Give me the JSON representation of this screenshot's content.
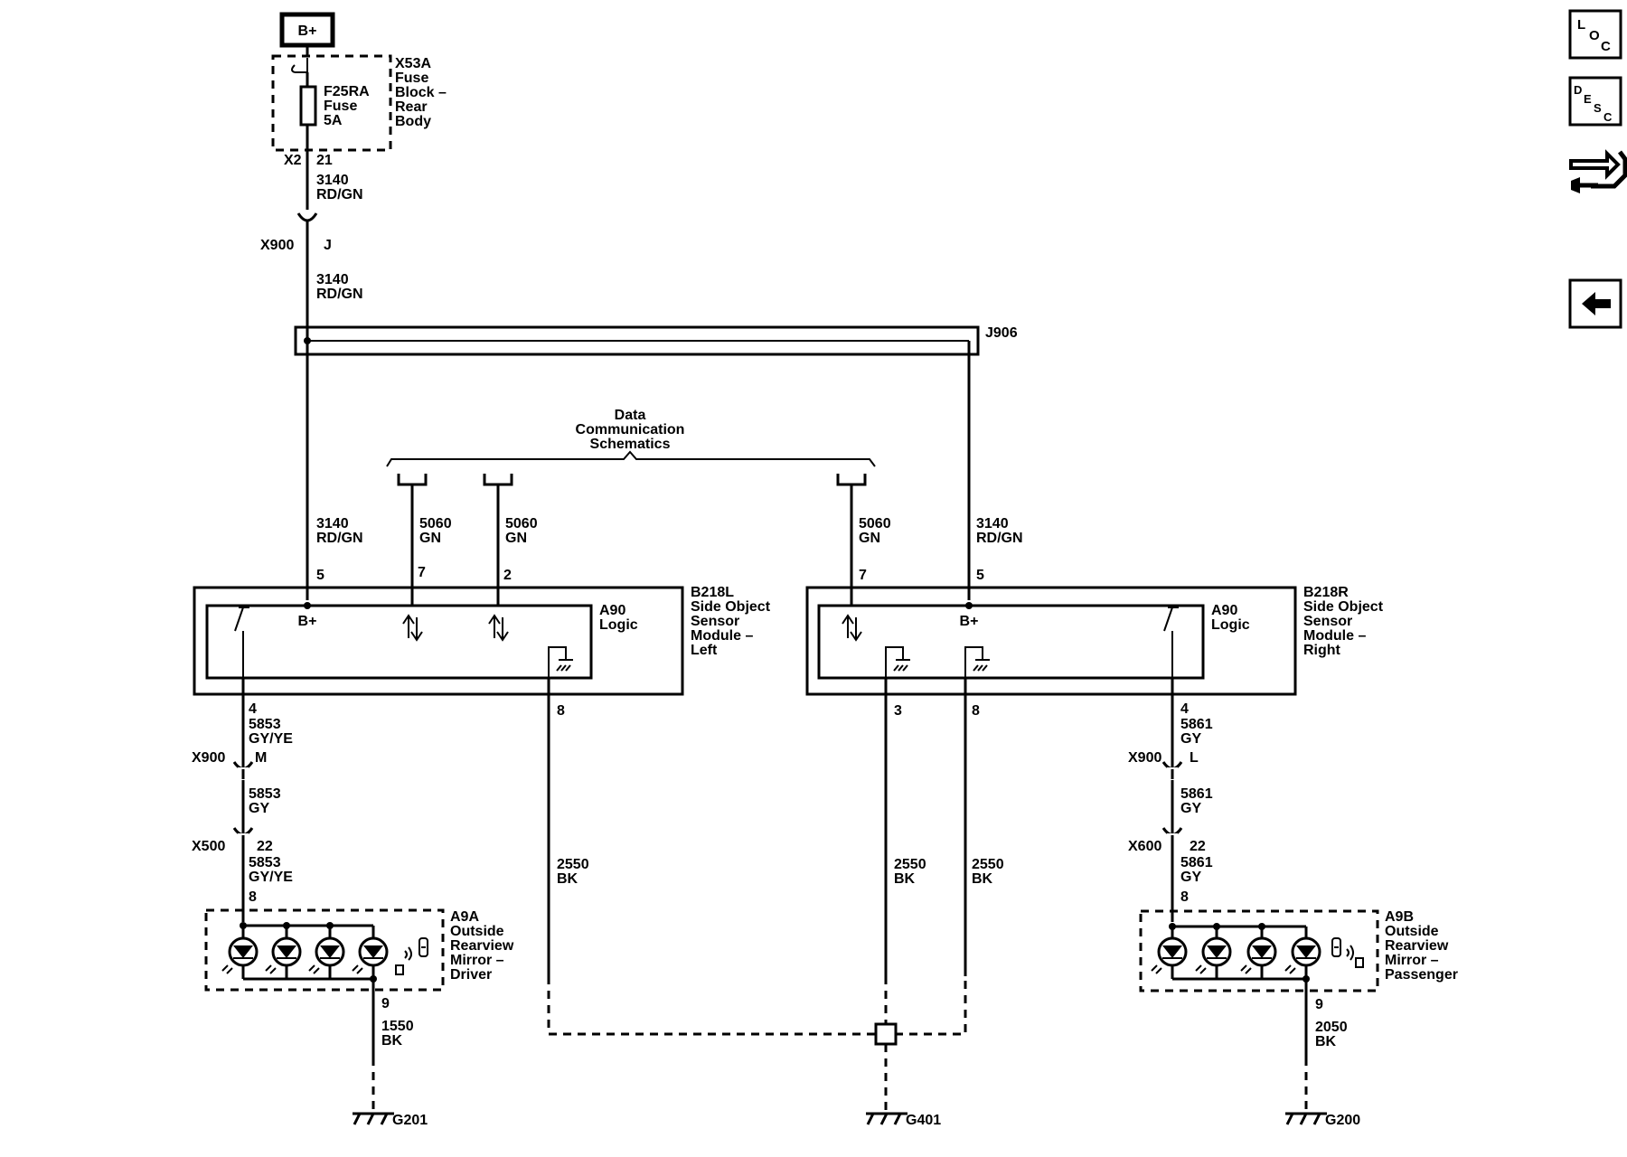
{
  "power": {
    "label": "B+"
  },
  "fuse_block": {
    "id": "X53A",
    "name_lines": [
      "Fuse",
      "Block –",
      "Rear",
      "Body"
    ],
    "fuse_id": "F25RA",
    "fuse_word": "Fuse",
    "fuse_rating": "5A",
    "conn_label": "X2",
    "pin": "21"
  },
  "wires": {
    "w3140_top": {
      "circuit": "3140",
      "color": "RD/GN"
    },
    "w3140_mid": {
      "circuit": "3140",
      "color": "RD/GN"
    },
    "w3140_left": {
      "circuit": "3140",
      "color": "RD/GN"
    },
    "w3140_right": {
      "circuit": "3140",
      "color": "RD/GN"
    },
    "w5060_a": {
      "circuit": "5060",
      "color": "GN"
    },
    "w5060_b": {
      "circuit": "5060",
      "color": "GN"
    },
    "w5060_c": {
      "circuit": "5060",
      "color": "GN"
    },
    "w5853_a": {
      "circuit": "5853",
      "color": "GY/YE"
    },
    "w5853_b": {
      "circuit": "5853",
      "color": "GY"
    },
    "w5853_c": {
      "circuit": "5853",
      "color": "GY/YE"
    },
    "w5861_a": {
      "circuit": "5861",
      "color": "GY"
    },
    "w5861_b": {
      "circuit": "5861",
      "color": "GY"
    },
    "w5861_c": {
      "circuit": "5861",
      "color": "GY"
    },
    "w2550_a": {
      "circuit": "2550",
      "color": "BK"
    },
    "w2550_b": {
      "circuit": "2550",
      "color": "BK"
    },
    "w2550_c": {
      "circuit": "2550",
      "color": "BK"
    },
    "w1550": {
      "circuit": "1550",
      "color": "BK"
    },
    "w2050": {
      "circuit": "2050",
      "color": "BK"
    }
  },
  "connectors": {
    "x900_top": {
      "name": "X900",
      "pin": "J"
    },
    "x900_left": {
      "name": "X900",
      "pin": "M"
    },
    "x500": {
      "name": "X500",
      "pin": "22"
    },
    "x900_right": {
      "name": "X900",
      "pin": "L"
    },
    "x600": {
      "name": "X600",
      "pin": "22"
    }
  },
  "splice": {
    "name": "J906"
  },
  "data_comm": {
    "lines": [
      "Data",
      "Communication",
      "Schematics"
    ]
  },
  "module_left": {
    "id": "B218L",
    "name_lines": [
      "Side Object",
      "Sensor",
      "Module –",
      "Left"
    ],
    "logic_id": "A90",
    "logic_word": "Logic",
    "bplus": "B+",
    "pins": {
      "p5": "5",
      "p7": "7",
      "p2": "2",
      "p4": "4",
      "p8": "8"
    }
  },
  "module_right": {
    "id": "B218R",
    "name_lines": [
      "Side Object",
      "Sensor",
      "Module –",
      "Right"
    ],
    "logic_id": "A90",
    "logic_word": "Logic",
    "bplus": "B+",
    "pins": {
      "p7": "7",
      "p5": "5",
      "p4": "4",
      "p3": "3",
      "p8": "8"
    }
  },
  "mirror_driver": {
    "id": "A9A",
    "name_lines": [
      "Outside",
      "Rearview",
      "Mirror –",
      "Driver"
    ],
    "pin_top": "8",
    "pin_bottom": "9"
  },
  "mirror_passenger": {
    "id": "A9B",
    "name_lines": [
      "Outside",
      "Rearview",
      "Mirror –",
      "Passenger"
    ],
    "pin_top": "8",
    "pin_bottom": "9"
  },
  "grounds": {
    "g201": "G201",
    "g401": "G401",
    "g200": "G200"
  },
  "nav": {
    "loc": [
      "L",
      "O",
      "C"
    ],
    "desc": [
      "D",
      "E",
      "S",
      "C"
    ],
    "connector_icon": "connector-icon",
    "back_icon": "back-arrow-icon"
  }
}
